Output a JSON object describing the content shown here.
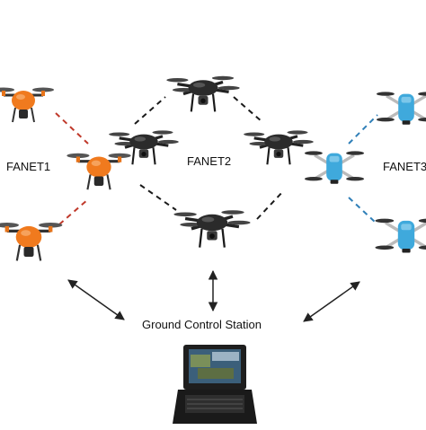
{
  "diagram": {
    "networks": [
      {
        "id": "fanet1",
        "label": "FANET1",
        "drone_color": "#f07a1e",
        "link_color": "#c0392b"
      },
      {
        "id": "fanet2",
        "label": "FANET2",
        "drone_color": "#2b2b2b",
        "link_color": "#1a1a1a"
      },
      {
        "id": "fanet3",
        "label": "FANET3",
        "drone_color": "#3fa9dc",
        "link_color": "#2f7fb8"
      }
    ],
    "ground_station": {
      "label": "Ground Control Station"
    },
    "colors": {
      "arrow": "#222222",
      "screen": "#3b5f7a",
      "case": "#1e1e1e"
    },
    "icons": [
      "drone-icon",
      "laptop-station-icon",
      "double-arrow-icon"
    ]
  }
}
